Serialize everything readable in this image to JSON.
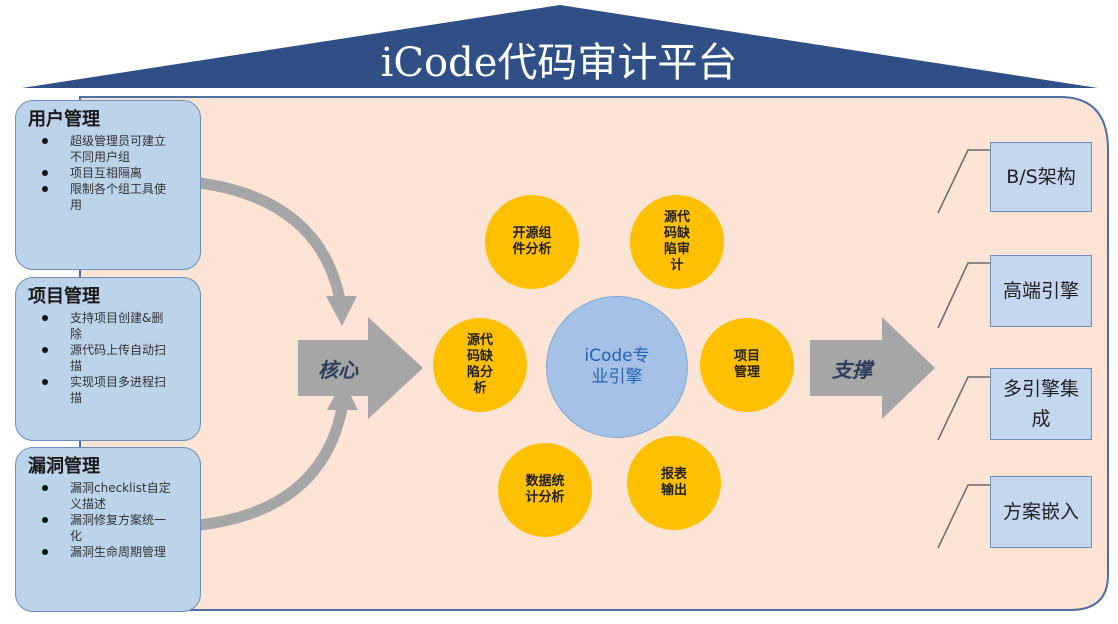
{
  "title": "iCode代码审计平台",
  "left_panels": [
    {
      "title": "用户管理",
      "items": [
        "超级管理员可建立不同用户组",
        "项目互相隔离",
        "限制各个组工具使用"
      ]
    },
    {
      "title": "项目管理",
      "items": [
        "支持项目创建&删除",
        "源代码上传自动扫描",
        "实现项目多进程扫描"
      ]
    },
    {
      "title": "漏洞管理",
      "items": [
        "漏洞checklist自定义描述",
        "漏洞修复方案统一化",
        "漏洞生命周期管理"
      ]
    }
  ],
  "core_label": "核心",
  "support_label": "支撑",
  "center_circle": "iCode专业引擎",
  "satellites": {
    "top_left": "开源组件分析",
    "top_right": "源代码缺陷审计",
    "left": "源代码缺陷分析",
    "right": "项目管理",
    "bottom_left": "数据统计分析",
    "bottom_right": "报表输出"
  },
  "right_boxes": [
    "B/S架构",
    "高端引擎",
    "多引擎集成",
    "方案嵌入"
  ],
  "colors": {
    "roof": "#2f4f86",
    "body_bg": "#fbe4d6",
    "panel_fill": "#bdd3ea",
    "gold": "#ffc000",
    "engine_blue": "#a5c2e6",
    "arrow_gray": "#a6a6a6"
  }
}
